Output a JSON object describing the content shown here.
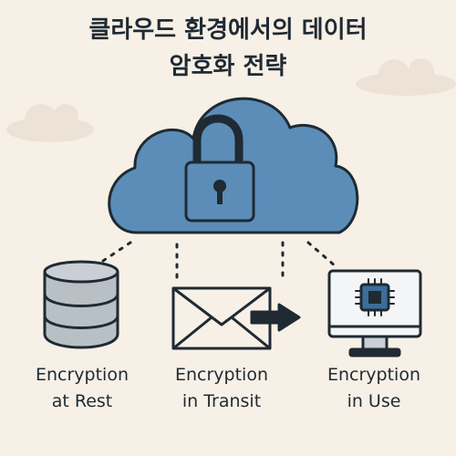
{
  "title": {
    "line1": "클라우드 환경에서의 데이터",
    "line2": "암호화 전략"
  },
  "diagram": {
    "center": {
      "icon": "cloud-with-padlock-icon"
    },
    "nodes": [
      {
        "icon": "database-icon",
        "line1": "Encryption",
        "line2": "at Rest"
      },
      {
        "icon": "envelope-arrow-icon",
        "line1": "Encryption",
        "line2": "in Transit"
      },
      {
        "icon": "monitor-chip-icon",
        "line1": "Encryption",
        "line2": "in Use"
      }
    ]
  },
  "colors": {
    "background": "#f7f0e6",
    "cloud": "#5b8db8",
    "outline": "#1f2a33",
    "chip": "#3d6d99"
  }
}
